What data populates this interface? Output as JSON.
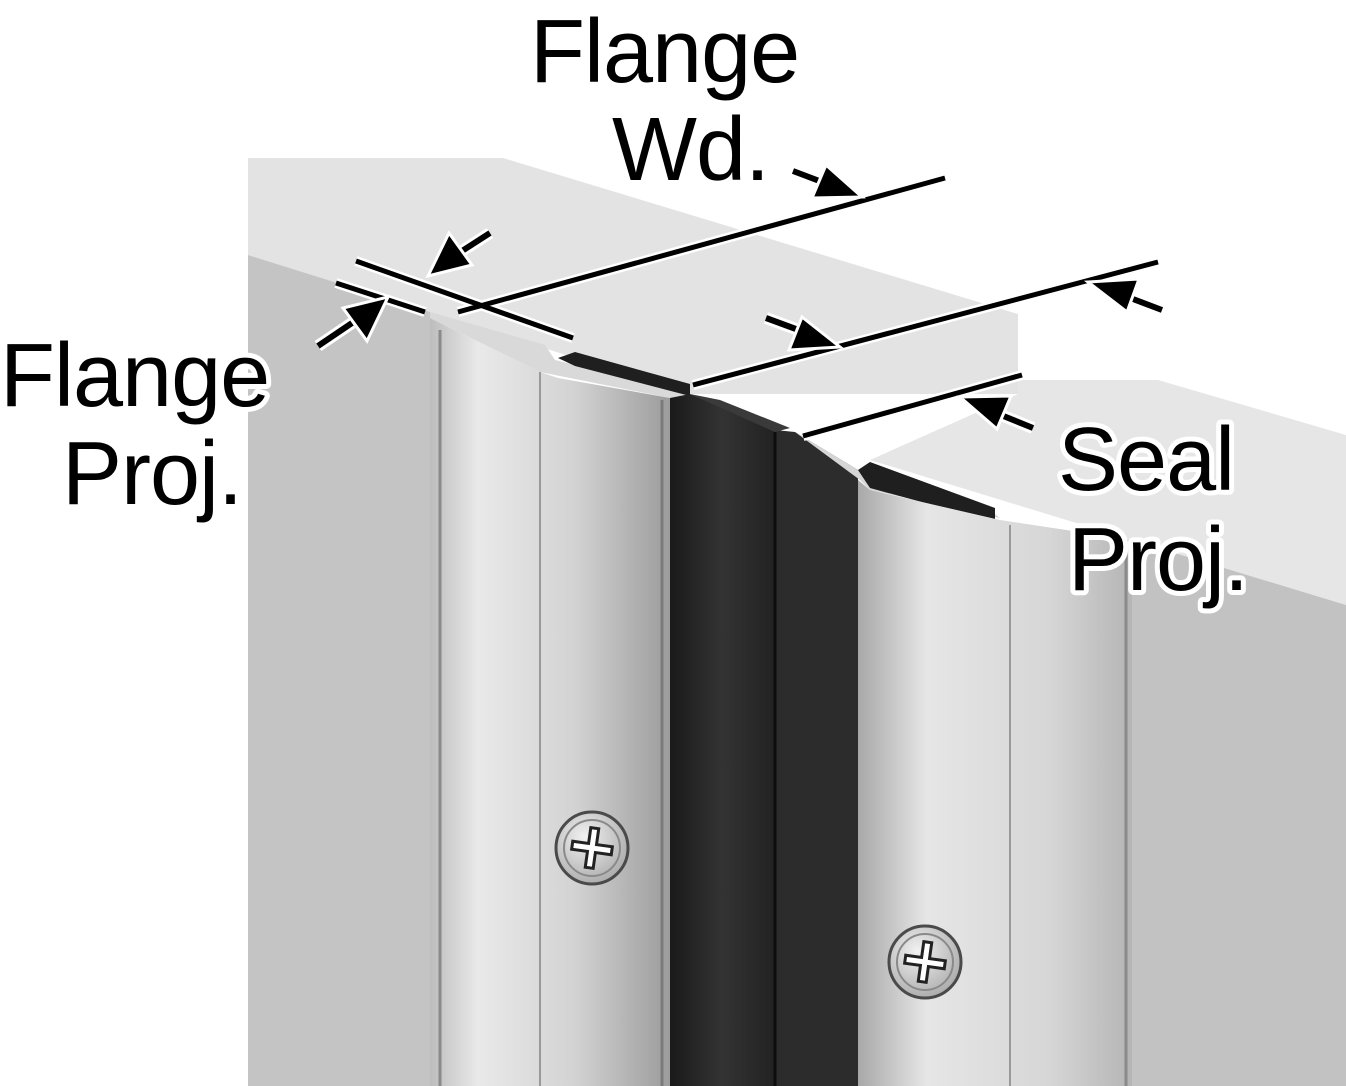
{
  "labels": {
    "flange_width": {
      "line1": "Flange",
      "line2": "Wd."
    },
    "flange_projection": {
      "line1": "Flange",
      "line2": "Proj."
    },
    "seal_projection": {
      "line1": "Seal",
      "line2": "Proj."
    }
  },
  "colors": {
    "door_face": "#c4c4c4",
    "door_top": "#e3e3e3",
    "frame_face": "#c2c2c2",
    "frame_top": "#e6e6e6",
    "flange_metal": "#cfcfcf",
    "seal_dark": "#2a2a2a",
    "line": "#000000"
  },
  "icons": {
    "screw": "phillips-screw-icon"
  }
}
